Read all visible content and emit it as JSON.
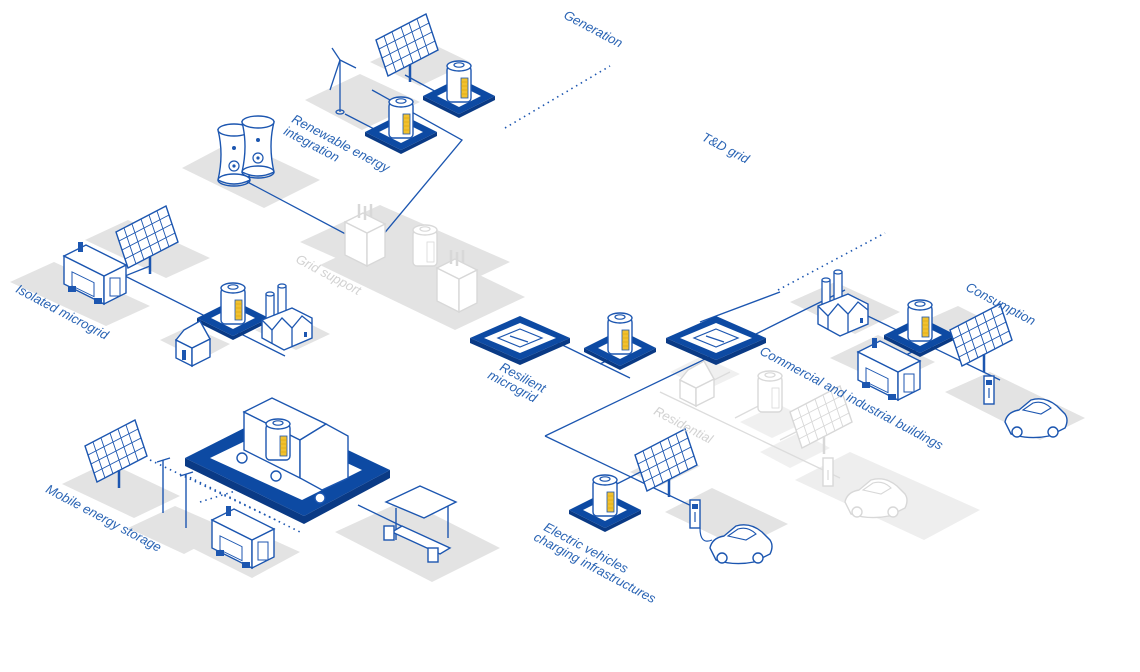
{
  "colors": {
    "primary_blue": "#0d4aa3",
    "line_blue": "#1c56b0",
    "text_blue": "#2a64b4",
    "battery_yellow": "#f2c12e",
    "ground_gray": "#e3e3e3",
    "dim_gray": "#d2d2d2",
    "background": "#ffffff"
  },
  "zones": {
    "generation": "Generation",
    "td_grid": "T&D grid",
    "consumption": "Consumption"
  },
  "labels": {
    "renewable_line1": "Renewable energy",
    "renewable_line2": "integration",
    "isolated_microgrid": "Isolated microgrid",
    "grid_support": "Grid support",
    "resilient_line1": "Resilient",
    "resilient_line2": "microgrid",
    "commercial_industrial": "Commercial and industrial buildings",
    "residential": "Residential",
    "ev_line1": "Electric vehicles",
    "ev_line2": "charging infrastructures",
    "mobile_energy_storage": "Mobile energy storage"
  },
  "icons": [
    "solar-panel-icon",
    "wind-turbine-icon",
    "battery-icon",
    "nuclear-cooling-tower-icon",
    "generator-icon",
    "house-icon",
    "factory-icon",
    "transformer-icon",
    "switch-icon",
    "ev-charger-icon",
    "car-icon",
    "truck-icon",
    "utility-pole-icon",
    "market-stall-icon"
  ]
}
